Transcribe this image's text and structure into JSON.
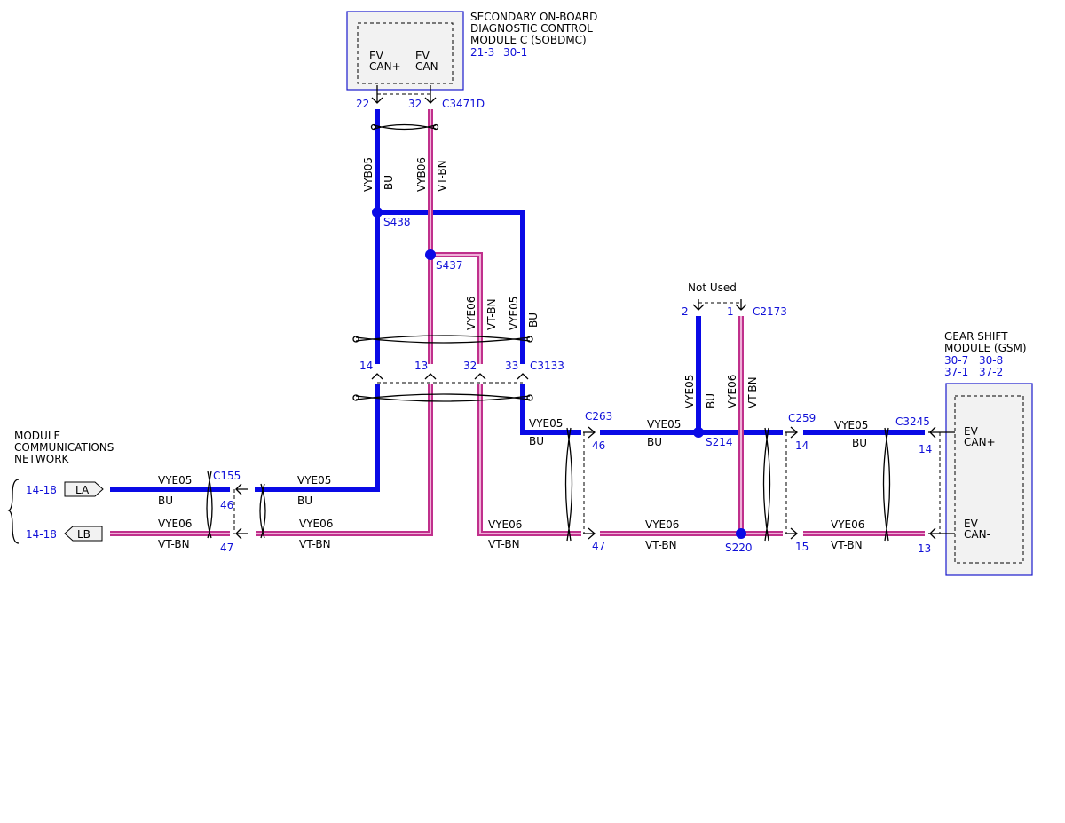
{
  "modules": {
    "sobdmc": {
      "title": [
        "SECONDARY ON-BOARD",
        "DIAGNOSTIC CONTROL",
        "MODULE C (SOBDMC)"
      ],
      "refs": [
        "21-3",
        "30-1"
      ],
      "pins": [
        [
          "EV",
          "CAN+"
        ],
        [
          "EV",
          "CAN-"
        ]
      ]
    },
    "gsm": {
      "title": [
        "GEAR SHIFT",
        "MODULE (GSM)"
      ],
      "refs": [
        [
          "30-7",
          "30-8"
        ],
        [
          "37-1",
          "37-2"
        ]
      ],
      "pins": [
        [
          "EV",
          "CAN+"
        ],
        [
          "EV",
          "CAN-"
        ]
      ]
    },
    "mcn": {
      "title": [
        "MODULE",
        "COMMUNICATIONS",
        "NETWORK"
      ],
      "refs": [
        "14-18",
        "14-18"
      ],
      "pins": [
        "LA",
        "LB"
      ]
    }
  },
  "connectors": {
    "c3471d": {
      "name": "C3471D",
      "pins": [
        "22",
        "32"
      ]
    },
    "c3133": {
      "name": "C3133",
      "pins": [
        "14",
        "13",
        "32",
        "33"
      ]
    },
    "c2173": {
      "name": "C2173",
      "pins": [
        "2",
        "1"
      ],
      "note": "Not Used"
    },
    "c155": {
      "name": "C155",
      "pins": [
        "46",
        "47"
      ]
    },
    "c263": {
      "name": "C263",
      "pins": [
        "46",
        "47"
      ]
    },
    "c259": {
      "name": "C259",
      "pins": [
        "14",
        "15"
      ]
    },
    "c3245": {
      "name": "C3245",
      "pins": [
        "14",
        "13"
      ]
    }
  },
  "splices": [
    "S438",
    "S437",
    "S214",
    "S220"
  ],
  "wires": {
    "vyb05": "VYB05",
    "vyb06": "VYB06",
    "vye05": "VYE05",
    "vye06": "VYE06",
    "bu": "BU",
    "vtbn": "VT-BN"
  },
  "colors": {
    "bu_wire": "#0a0ae6",
    "vtbn_outer": "#c0308c",
    "vtbn_inner": "#f0b0d8",
    "ref_text": "#1010d8",
    "module_fill": "#f2f2f2"
  }
}
